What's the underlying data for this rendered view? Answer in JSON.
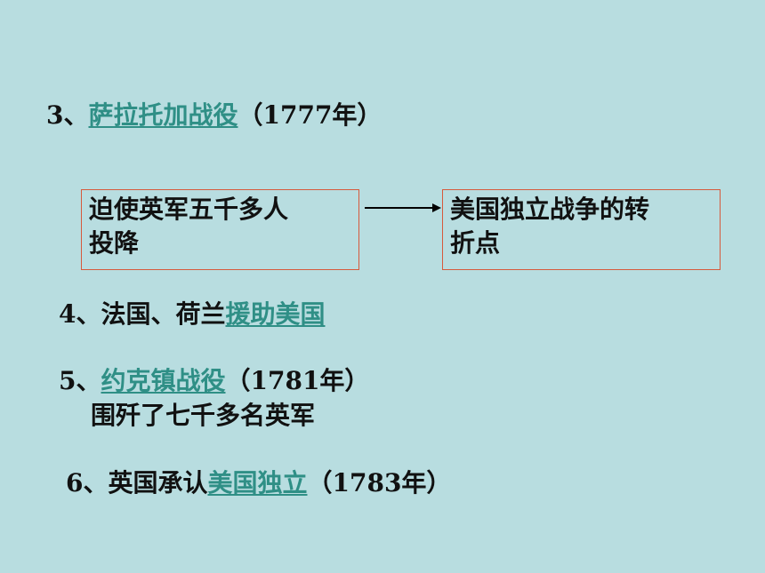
{
  "item3": {
    "prefix": "3、",
    "link": "萨拉托加战役",
    "suffix": "（1777年）"
  },
  "box_left": {
    "line1": "迫使英军五千多人",
    "line2": "投降"
  },
  "box_right": {
    "line1": "美国独立战争的转",
    "line2": "折点"
  },
  "item4": {
    "prefix": "4、法国、荷兰",
    "link": "援助美国"
  },
  "item5": {
    "prefix": "5、",
    "link": "约克镇战役",
    "suffix": "（1781年）",
    "line2": "围歼了七千多名英军"
  },
  "item6": {
    "prefix": "6、英国承认",
    "link": "美国独立",
    "suffix": "（1783年）"
  },
  "colors": {
    "background": "#b8dde0",
    "link": "#2f8f86",
    "box_border": "#d65a3c"
  }
}
